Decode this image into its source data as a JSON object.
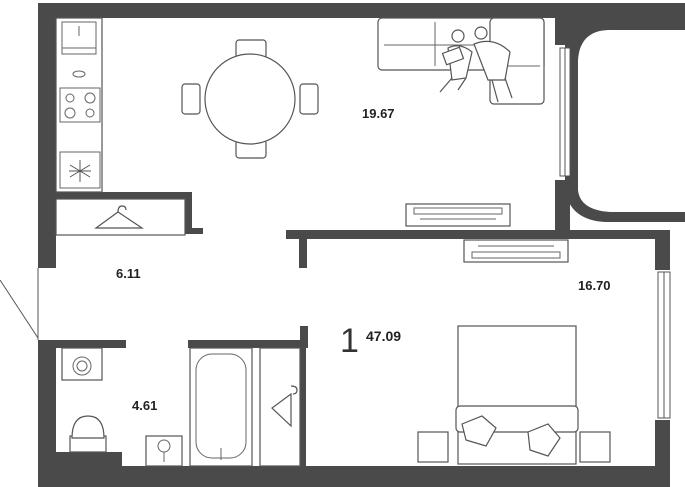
{
  "plan": {
    "unit_number": "1",
    "total_area": "47.09",
    "rooms": [
      {
        "id": "living-kitchen",
        "area": "19.67"
      },
      {
        "id": "bedroom",
        "area": "16.70"
      },
      {
        "id": "hallway",
        "area": "6.11"
      },
      {
        "id": "bathroom",
        "area": "4.61"
      }
    ]
  },
  "colors": {
    "wall": "#4a4a4a",
    "line": "#555555",
    "background": "#ffffff"
  }
}
